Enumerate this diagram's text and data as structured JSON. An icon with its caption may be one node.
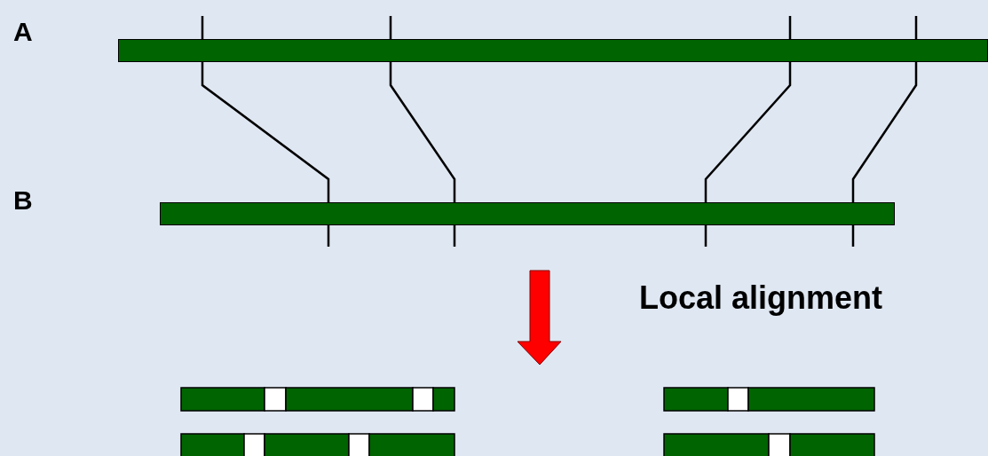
{
  "diagram": {
    "nodes": [
      {
        "text": [
          "A"
        ]
      },
      {
        "text": [
          "B"
        ]
      }
    ],
    "edges": [
      {
        "from": 0,
        "to": 1,
        "arrow": "none"
      },
      {
        "from": 0,
        "to": 1,
        "arrow": "none"
      },
      {
        "from": 0,
        "to": 1,
        "arrow": "none"
      },
      {
        "from": 0,
        "to": 1,
        "arrow": "none"
      }
    ],
    "labels": [
      "Local alignment"
    ]
  }
}
